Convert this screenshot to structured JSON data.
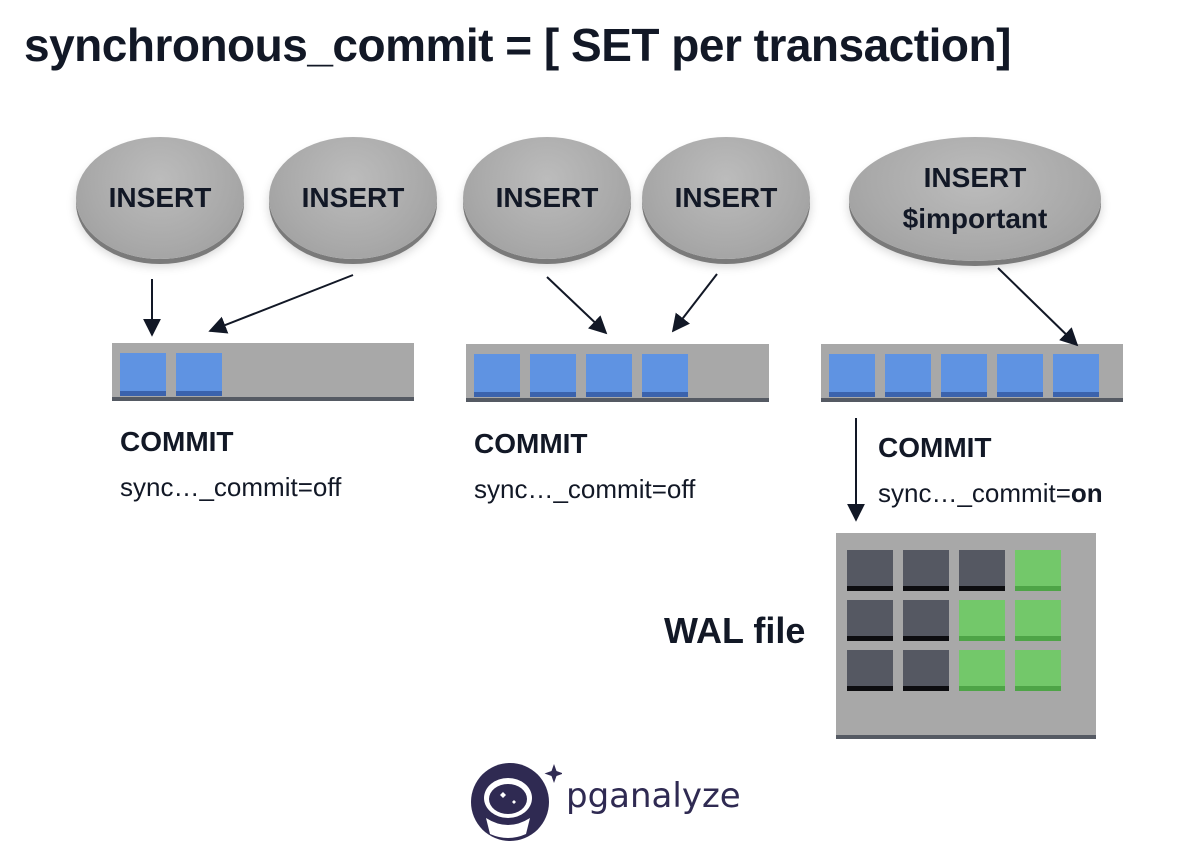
{
  "title": "synchronous_commit = [ SET per transaction]",
  "groups": [
    {
      "inserts": [
        "INSERT",
        "INSERT"
      ],
      "commit_label": "COMMIT",
      "setting_prefix": "sync…_commit=",
      "setting_value": "off",
      "value_bold": false
    },
    {
      "inserts": [
        "INSERT",
        "INSERT"
      ],
      "commit_label": "COMMIT",
      "setting_prefix": "sync…_commit=",
      "setting_value": "off",
      "value_bold": false
    },
    {
      "inserts": [
        "INSERT\n$important"
      ],
      "commit_label": "COMMIT",
      "setting_prefix": "sync…_commit=",
      "setting_value": "on",
      "value_bold": true
    }
  ],
  "wal": {
    "label": "WAL file",
    "grid": [
      [
        "dark",
        "dark",
        "dark",
        "green"
      ],
      [
        "dark",
        "dark",
        "green",
        "green"
      ],
      [
        "dark",
        "dark",
        "green",
        "green"
      ]
    ]
  },
  "logo": {
    "name": "pganalyze"
  },
  "colors": {
    "page_block": "#5f93e2",
    "wal_written": "#555862",
    "wal_new": "#73c86a",
    "shape_gray": "#a8a8a8"
  }
}
